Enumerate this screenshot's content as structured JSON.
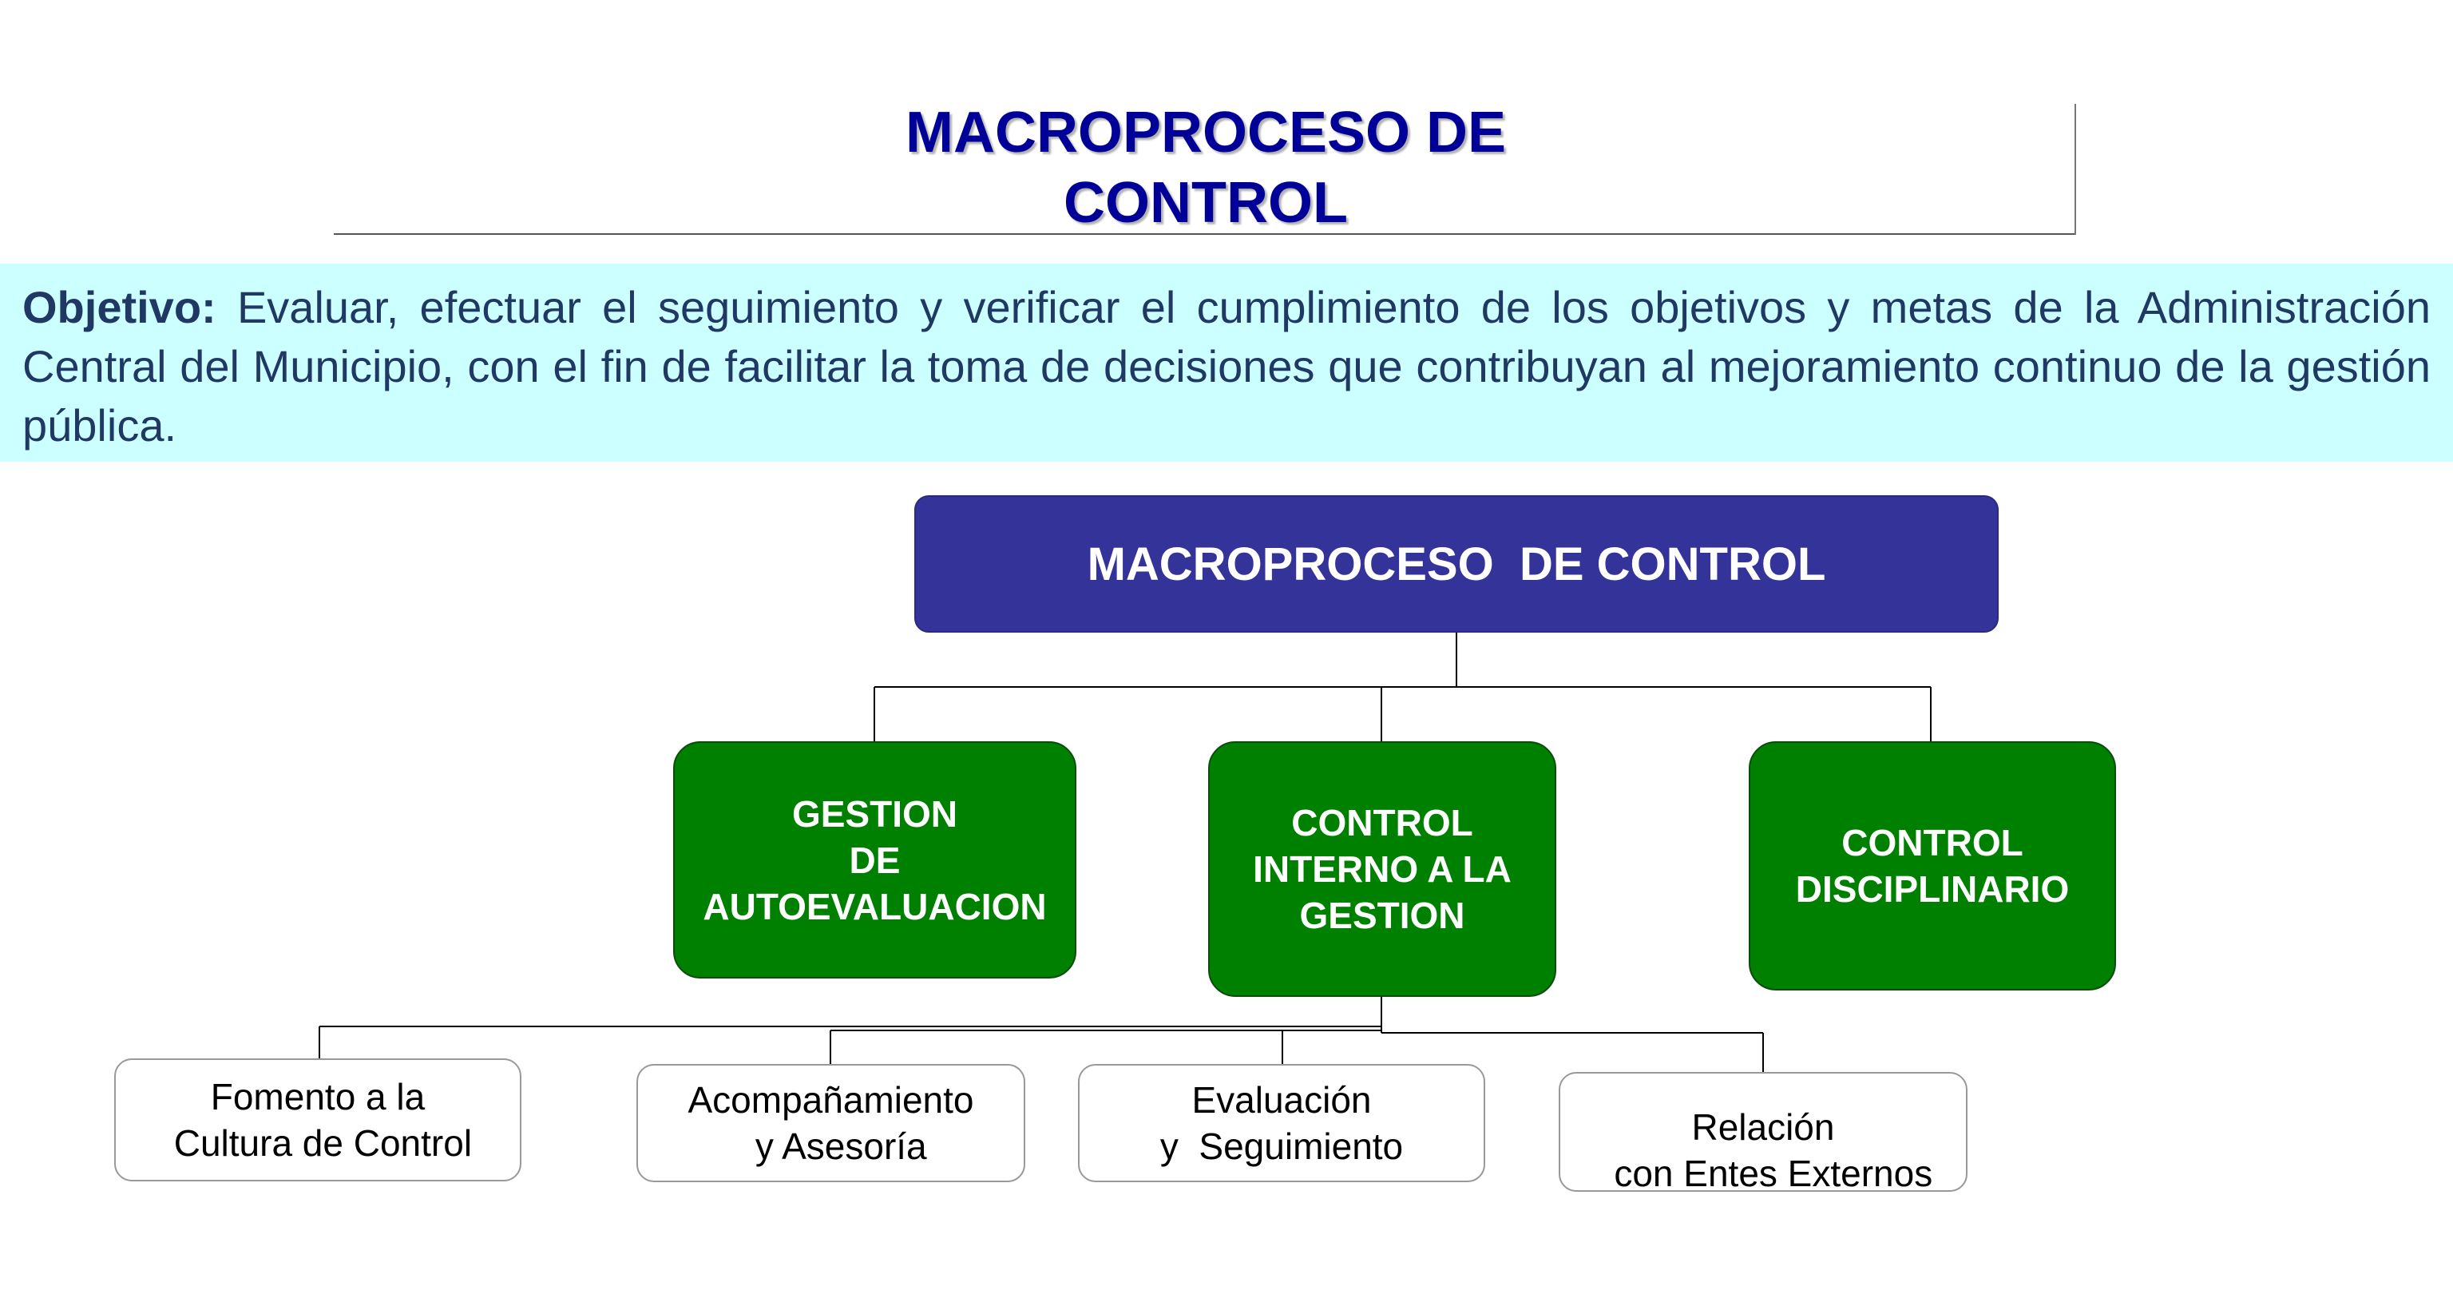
{
  "header": {
    "title_line1": "MACROPROCESO DE",
    "title_line2": "CONTROL",
    "title_color": "#000099"
  },
  "objective": {
    "label": "Objetivo:",
    "text": " Evaluar, efectuar el seguimiento y verificar el cumplimiento de los objetivos y metas de la Administración Central del Municipio, con el fin de facilitar la toma de decisiones que contribuyan al mejoramiento continuo de la gestión pública.",
    "background": "#ccffff"
  },
  "org_chart": {
    "root": {
      "label": "MACROPROCESO  DE CONTROL",
      "color": "#333399"
    },
    "level2_color": "#008000",
    "level2": [
      {
        "lines": [
          "GESTION",
          "DE",
          "AUTOEVALUACION"
        ]
      },
      {
        "lines": [
          "CONTROL",
          "INTERNO A LA",
          "GESTION"
        ]
      },
      {
        "lines": [
          "CONTROL",
          "DISCIPLINARIO"
        ]
      }
    ],
    "level3": [
      {
        "lines": [
          "Fomento a la",
          " Cultura de Control"
        ]
      },
      {
        "lines": [
          "Acompañamiento",
          "  y Asesoría"
        ]
      },
      {
        "lines": [
          "Evaluación",
          "y  Seguimiento"
        ]
      },
      {
        "lines": [
          "Relación",
          "  con Entes Externos"
        ]
      }
    ]
  }
}
